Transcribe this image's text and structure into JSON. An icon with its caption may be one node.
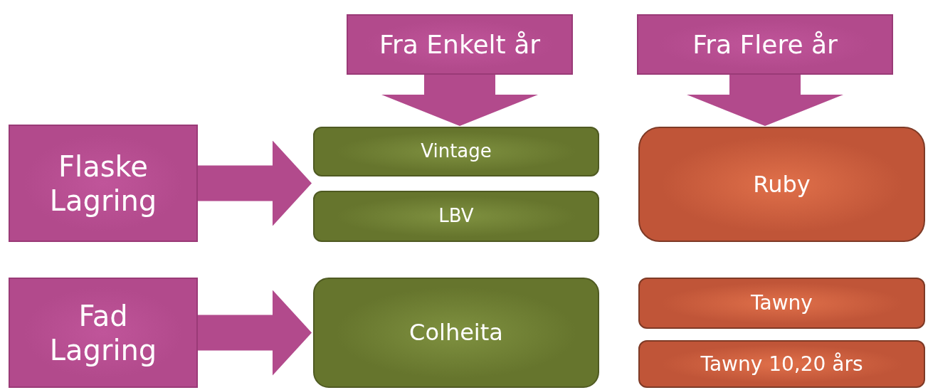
{
  "diagram": {
    "nodes": [
      {
        "text": [
          "Fra Enkelt år"
        ]
      },
      {
        "text": [
          "Fra Flere år"
        ]
      },
      {
        "text": [
          "Flaske Lagring"
        ]
      },
      {
        "text": [
          "Vintage"
        ]
      },
      {
        "text": [
          "Ruby"
        ]
      },
      {
        "text": [
          "LBV"
        ]
      },
      {
        "text": [
          "Fad Lagring"
        ]
      },
      {
        "text": [
          "Colheita"
        ]
      },
      {
        "text": [
          "Tawny"
        ]
      },
      {
        "text": [
          "Tawny 10,20 års"
        ]
      }
    ],
    "edges": [
      {
        "from": 0,
        "to": 3,
        "arrow": "to",
        "style": "thick"
      },
      {
        "from": 1,
        "to": 4,
        "arrow": "to",
        "style": "thick"
      },
      {
        "from": 2,
        "to": 3,
        "arrow": "to"
      },
      {
        "from": 2,
        "to": 5,
        "arrow": "to"
      },
      {
        "from": 6,
        "to": 7,
        "arrow": "to"
      }
    ]
  }
}
